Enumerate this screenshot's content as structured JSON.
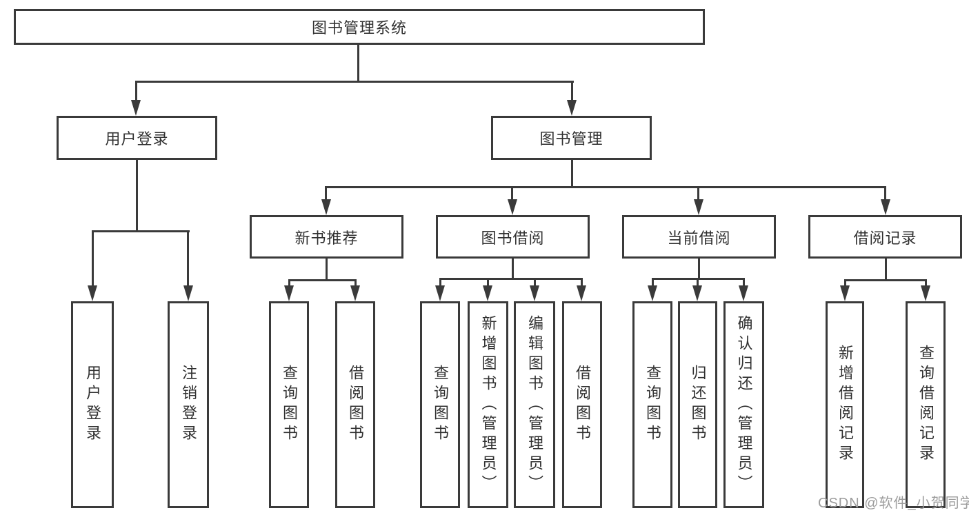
{
  "tree": {
    "root": "图书管理系统",
    "children": [
      {
        "label": "用户登录",
        "children": [
          "用户登录",
          "注销登录"
        ]
      },
      {
        "label": "图书管理",
        "children": [
          {
            "label": "新书推荐",
            "children": [
              "查询图书",
              "借阅图书"
            ]
          },
          {
            "label": "图书借阅",
            "children": [
              "查询图书",
              "新增图书（管理员）",
              "编辑图书（管理员）",
              "借阅图书"
            ]
          },
          {
            "label": "当前借阅",
            "children": [
              "查询图书",
              "归还图书",
              "确认归还（管理员）"
            ]
          },
          {
            "label": "借阅记录",
            "children": [
              "新增借阅记录",
              "查询借阅记录"
            ]
          }
        ]
      }
    ]
  },
  "watermark": {
    "text": "CSDN @软件_小贺同学"
  },
  "colors": {
    "line": "#3a3a3a",
    "text": "#303030",
    "watermark": "#9c9c9c",
    "background": "#ffffff"
  }
}
